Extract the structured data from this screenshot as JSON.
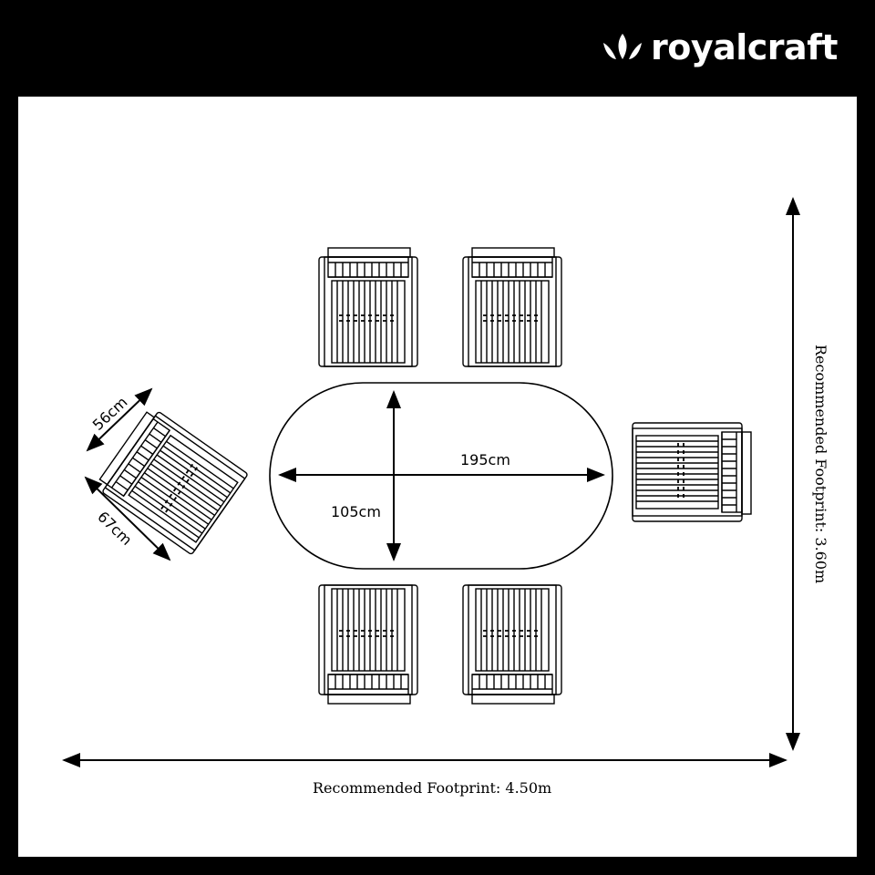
{
  "brand": {
    "name": "royalcraft",
    "logo_icon": "crown-icon",
    "color": "#ffffff"
  },
  "colors": {
    "frame": "#000000",
    "panel": "#ffffff",
    "line": "#000000"
  },
  "table": {
    "length_label": "195cm",
    "width_label": "105cm"
  },
  "chair": {
    "width_label": "56cm",
    "depth_label": "67cm"
  },
  "footprint": {
    "width_label": "Recommended Footprint: 4.50m",
    "height_label": "Recommended Footprint: 3.60m"
  }
}
